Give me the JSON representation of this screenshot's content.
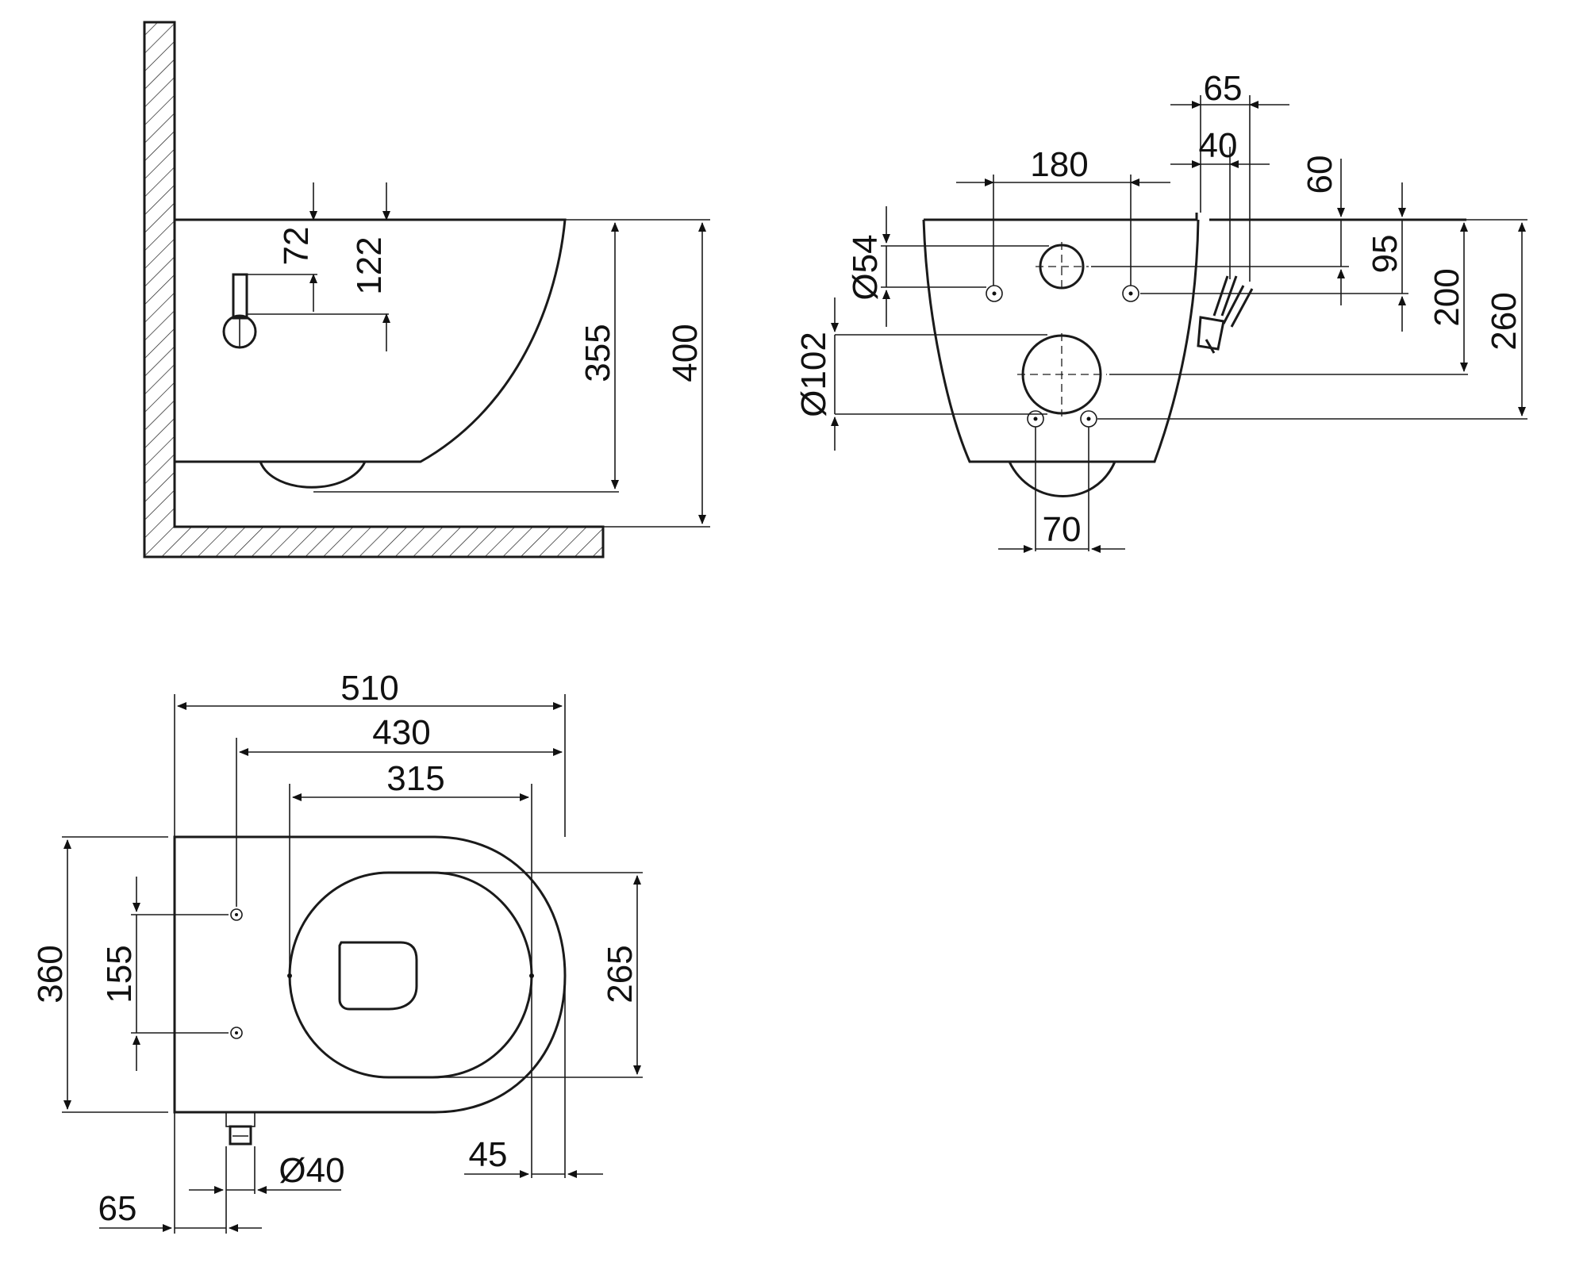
{
  "drawing": {
    "side_view": {
      "dims": {
        "d72": "72",
        "d122": "122",
        "d355": "355",
        "d400": "400"
      }
    },
    "rear_view": {
      "dims": {
        "d65": "65",
        "d40": "40",
        "d180": "180",
        "d60": "60",
        "d54": "Ø54",
        "d95": "95",
        "d200": "200",
        "d260": "260",
        "d102": "Ø102",
        "d70": "70"
      }
    },
    "top_view": {
      "dims": {
        "d510": "510",
        "d430": "430",
        "d315": "315",
        "d360": "360",
        "d155": "155",
        "d265": "265",
        "d45": "45",
        "dphi40": "Ø40",
        "d65": "65"
      }
    }
  }
}
